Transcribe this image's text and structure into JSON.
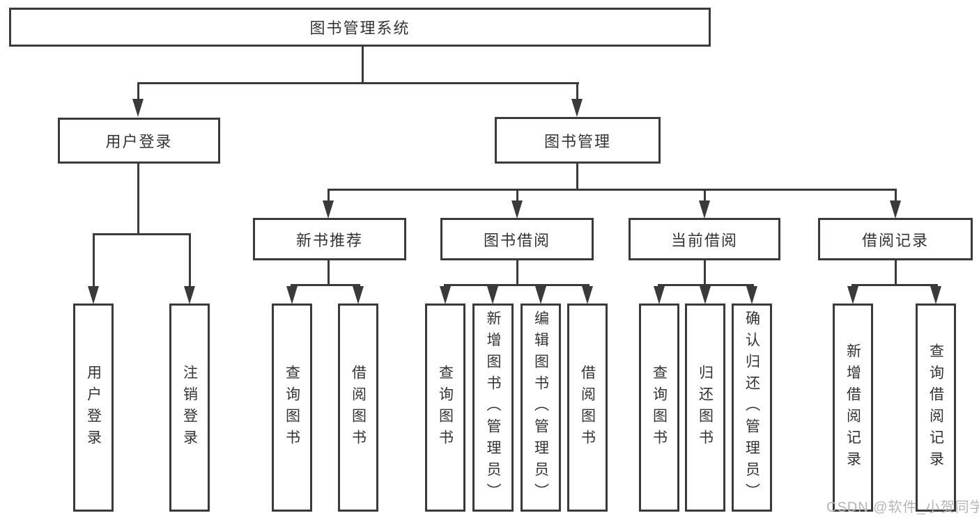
{
  "tree": {
    "root": "图书管理系统",
    "children": [
      {
        "label": "用户登录",
        "children": [
          "用户登录",
          "注销登录"
        ]
      },
      {
        "label": "图书管理",
        "children": [
          {
            "label": "新书推荐",
            "children": [
              "查询图书",
              "借阅图书"
            ]
          },
          {
            "label": "图书借阅",
            "children": [
              "查询图书",
              "新增图书（管理员）",
              "编辑图书（管理员）",
              "借阅图书"
            ]
          },
          {
            "label": "当前借阅",
            "children": [
              "查询图书",
              "归还图书",
              "确认归还（管理员）"
            ]
          },
          {
            "label": "借阅记录",
            "children": [
              "新增借阅记录",
              "查询借阅记录"
            ]
          }
        ]
      }
    ]
  },
  "watermark": {
    "text": "CSDN @软件_小贺同学"
  },
  "colors": {
    "line": "#3a3a3a",
    "text": "#333333",
    "box_fill": "#ffffff",
    "background": "#ffffff",
    "watermark": "#b5b5b5"
  }
}
